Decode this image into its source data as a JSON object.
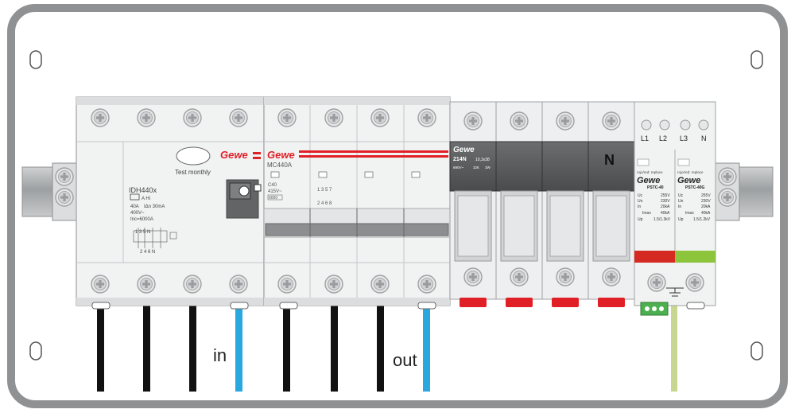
{
  "panel": {
    "frame_color": "#8f9193",
    "rail_color": "#a9abad"
  },
  "rcd": {
    "brand": "Gewe",
    "test_label": "Test monthly",
    "model": "IDH440x",
    "spec_type": "A Hi",
    "spec_rating": "40A",
    "spec_sensitivity": "IΔn 30mA",
    "spec_voltage": "400V~",
    "spec_inc": "Inc=6000A",
    "term_top": "1 3 5 N",
    "term_bottom": "2 4 6 N"
  },
  "mcb": {
    "brand": "Gewe",
    "model": "MC440A",
    "curve": "C40",
    "voltage": "415V~",
    "rating_box": "6000",
    "term_top": "1 3 5 7",
    "term_bottom": "2 4 6 8"
  },
  "fuse": {
    "brand": "Gewe",
    "model": "214N",
    "size": "10,3x38",
    "volt": "690V~",
    "breaking": "32K",
    "power": "3W",
    "neutral_label": "N"
  },
  "spd": {
    "terminals": [
      "L1",
      "L2",
      "L3",
      "N"
    ],
    "indicator_text": "rojo/red: replace",
    "brand": "Gewe",
    "left_model": "PSTC-40",
    "right_model": "PSTC-40G",
    "left_specs": [
      [
        "Uc",
        "255V"
      ],
      [
        "Un",
        "230V"
      ],
      [
        "In",
        "20kA"
      ],
      [
        "Imax",
        "40kA"
      ],
      [
        "Up",
        "1.5/1.3kV"
      ]
    ],
    "right_specs": [
      [
        "Uc",
        "255V"
      ],
      [
        "Un",
        "230V"
      ],
      [
        "In",
        "20kA"
      ],
      [
        "Imax",
        "40kA"
      ],
      [
        "Up",
        "1.5/1.2kV"
      ]
    ],
    "indicator_left_color": "#d42a22",
    "indicator_right_color": "#8cc43c"
  },
  "wires": {
    "in_label": "in",
    "out_label": "out",
    "phase_color": "#111111",
    "neutral_color": "#29a8e0",
    "earth_color": "#c8d690"
  }
}
